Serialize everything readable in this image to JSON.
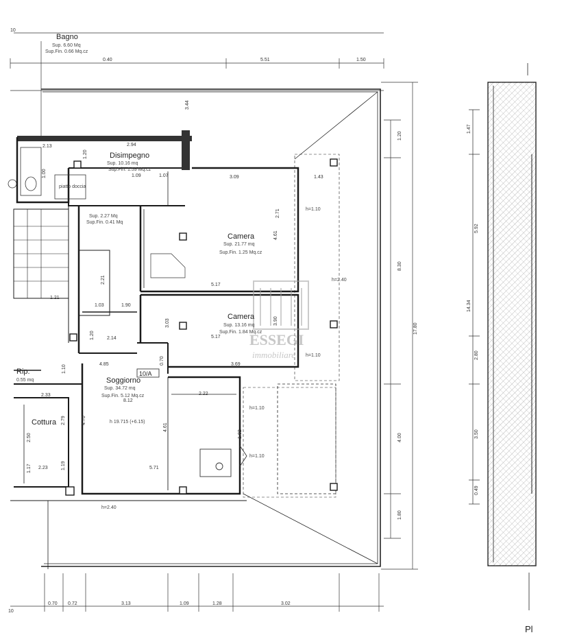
{
  "rooms": {
    "bagno": {
      "name": "Bagno",
      "area": "Sup. 6.60 Mq",
      "sub": "Sup.Fin. 0.66 Mq.cz"
    },
    "disimpegno": {
      "name": "Disimpegno",
      "area": "Sup. 10.16 mq",
      "sub": "Sup.Fin. 1.59 Mq.cz"
    },
    "doccia": {
      "name": "piatto doccia"
    },
    "ripostiglio_top": {
      "area": "Sup. 2.27 Mq",
      "sub": "Sup.Fin. 0.41 Mq"
    },
    "camera1": {
      "name": "Camera",
      "area": "Sup. 21.77 mq",
      "sub": "Sup.Fin. 1.25 Mq.cz"
    },
    "camera2": {
      "name": "Camera",
      "area": "Sup. 13.16 mq",
      "sub": "Sup.Fin. 1.84 Mq.cz"
    },
    "rip": {
      "name": "Rip.",
      "area": "0.55 mq"
    },
    "soggiorno": {
      "name": "Soggiorno",
      "area": "Sup. 34.72 mq",
      "sub": "Sup.Fin. 5.12 Mq.cz"
    },
    "cottura": {
      "name": "Cottura"
    }
  },
  "unit_label": "10/A",
  "level_mark": "h 19.715 (+6.15)",
  "watermark": {
    "brand": "ESSEGI",
    "sub": "immobiliare"
  },
  "corner_label": "Pl",
  "top_marker": "10",
  "bottom_marker": "10",
  "dimensions": {
    "top_row": [
      "0.40",
      "5.51",
      "1.50"
    ],
    "bottom_row": [
      "0.70",
      "0.72",
      "3.13",
      "1.09",
      "1.28",
      "3.02"
    ],
    "right_vertical": [
      "1.20",
      "8.30",
      "4.00",
      "1.80"
    ],
    "right_total": "17.80",
    "side_strip": [
      "1.47",
      "5.92",
      "14.34",
      "2.80",
      "3.50",
      "0.49"
    ],
    "interior": {
      "d_344": "3.44",
      "d_294": "2.94",
      "d_213": "2.13",
      "d_120a": "1.20",
      "d_100": "1.00",
      "d_109": "1.09",
      "d_107": "1.07",
      "d_309": "3.09",
      "d_143": "1.43",
      "d_461": "4.61",
      "d_517a": "5.17",
      "d_221": "2.21",
      "d_121": "1.21",
      "d_103": "1.03",
      "d_190": "1.90",
      "d_214": "2.14",
      "d_120b": "1.20",
      "d_303": "3.03",
      "d_517b": "5.17",
      "d_390": "3.90",
      "d_070": "0.70",
      "d_369": "3.69",
      "d_485": "4.85",
      "d_812": "8.12",
      "d_233": "2.33",
      "d_279": "2.79",
      "d_470": "4.70",
      "d_461b": "4.61",
      "d_571": "5.71",
      "d_223": "2.23",
      "d_119": "1.19",
      "d_222": "2.22",
      "d_102": "1.02",
      "d_110": "1.10",
      "d_250": "2.50",
      "d_117": "1.17",
      "d_271": "2.71"
    },
    "windows": [
      "h=1.10",
      "h=1.10",
      "h=1.10",
      "h=1.10",
      "h=2.40",
      "h=2.40"
    ]
  },
  "colors": {
    "line": "#2a2a2a",
    "paper": "#ffffff"
  }
}
